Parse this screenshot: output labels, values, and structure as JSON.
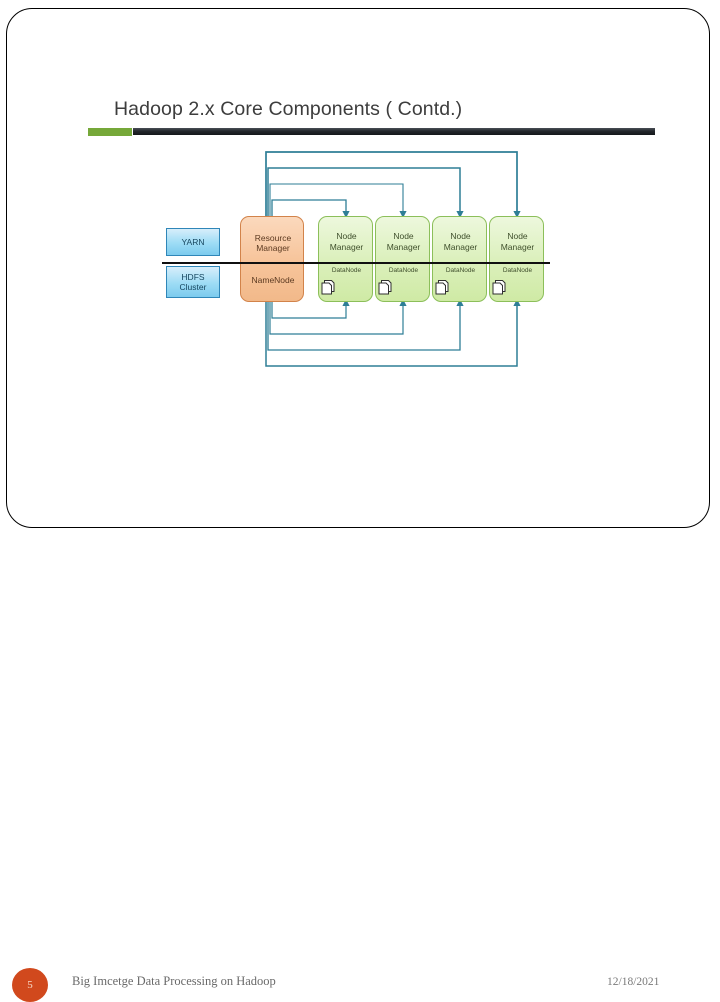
{
  "slide": {
    "title": "Hadoop 2.x Core Components ( Contd.)",
    "accent_green": "#76A839",
    "accent_bar": "#23272C"
  },
  "diagram": {
    "left_stack": [
      {
        "label": "YARN",
        "color": "#9DDCF5"
      },
      {
        "label": "HDFS\nCluster",
        "label_line1": "HDFS",
        "label_line2": "Cluster",
        "color": "#9DDCF5"
      }
    ],
    "master": {
      "top_label_line1": "Resource",
      "top_label_line2": "Manager",
      "bottom_label": "NameNode",
      "color": "#F7C59C"
    },
    "nodes": [
      {
        "top_label_line1": "Node",
        "top_label_line2": "Manager",
        "bottom_label": "DataNode",
        "icon": "documents-icon"
      },
      {
        "top_label_line1": "Node",
        "top_label_line2": "Manager",
        "bottom_label": "DataNode",
        "icon": "documents-icon"
      },
      {
        "top_label_line1": "Node",
        "top_label_line2": "Manager",
        "bottom_label": "DataNode",
        "icon": "documents-icon"
      },
      {
        "top_label_line1": "Node",
        "top_label_line2": "Manager",
        "bottom_label": "DataNode",
        "icon": "documents-icon"
      }
    ],
    "node_color": "#DCF0BD",
    "connector_color": "#2E7E96",
    "separator_color": "#101010"
  },
  "footer": {
    "page_number": "5",
    "page_badge_color": "#D1491D",
    "text": "Big Imcetge Data Processing on Hadoop",
    "date": "12/18/2021"
  }
}
